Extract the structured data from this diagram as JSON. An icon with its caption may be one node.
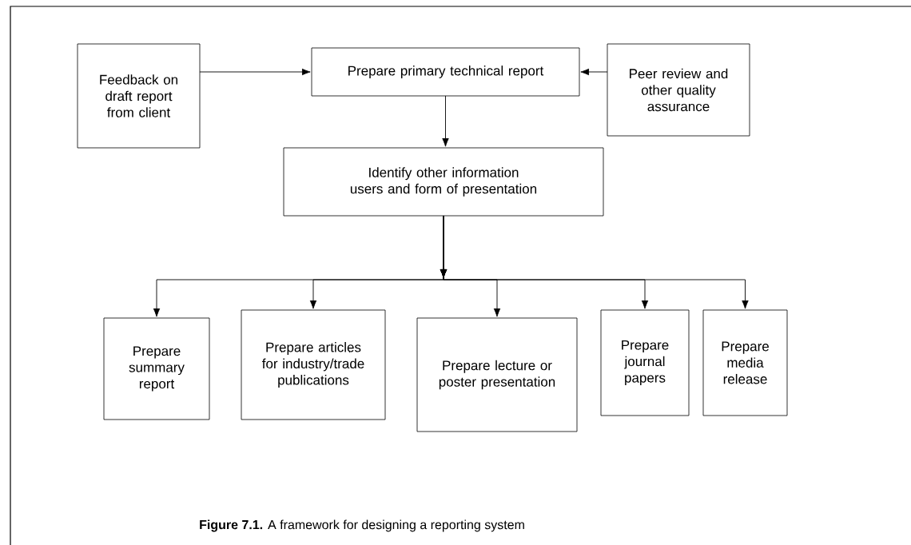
{
  "diagram": {
    "caption": "**Figure 7.1.**  A framework for designing a reporting system",
    "nodes": [
      {
        "text": [
          "Feedback on draft report from client"
        ]
      },
      {
        "text": [
          "Prepare primary technical report"
        ]
      },
      {
        "text": [
          "Peer review and other quality assurance"
        ]
      },
      {
        "text": [
          "Identify other information users and form of presentation"
        ]
      },
      {
        "text": [
          "Prepare summary report"
        ]
      },
      {
        "text": [
          "Prepare articles for industry/trade publications"
        ]
      },
      {
        "text": [
          "Prepare lecture or poster presentation"
        ]
      },
      {
        "text": [
          "Prepare journal papers"
        ]
      },
      {
        "text": [
          "Prepare media release"
        ]
      }
    ],
    "edges": [
      {
        "from": 0,
        "to": 1,
        "arrow": "to"
      },
      {
        "from": 2,
        "to": 1,
        "arrow": "to"
      },
      {
        "from": 1,
        "to": 3,
        "arrow": "to"
      },
      {
        "from": 3,
        "to": 4,
        "arrow": "to"
      },
      {
        "from": 3,
        "to": 5,
        "arrow": "to"
      },
      {
        "from": 3,
        "to": 6,
        "arrow": "to"
      },
      {
        "from": 3,
        "to": 7,
        "arrow": "to"
      },
      {
        "from": 3,
        "to": 8,
        "arrow": "to"
      }
    ]
  }
}
